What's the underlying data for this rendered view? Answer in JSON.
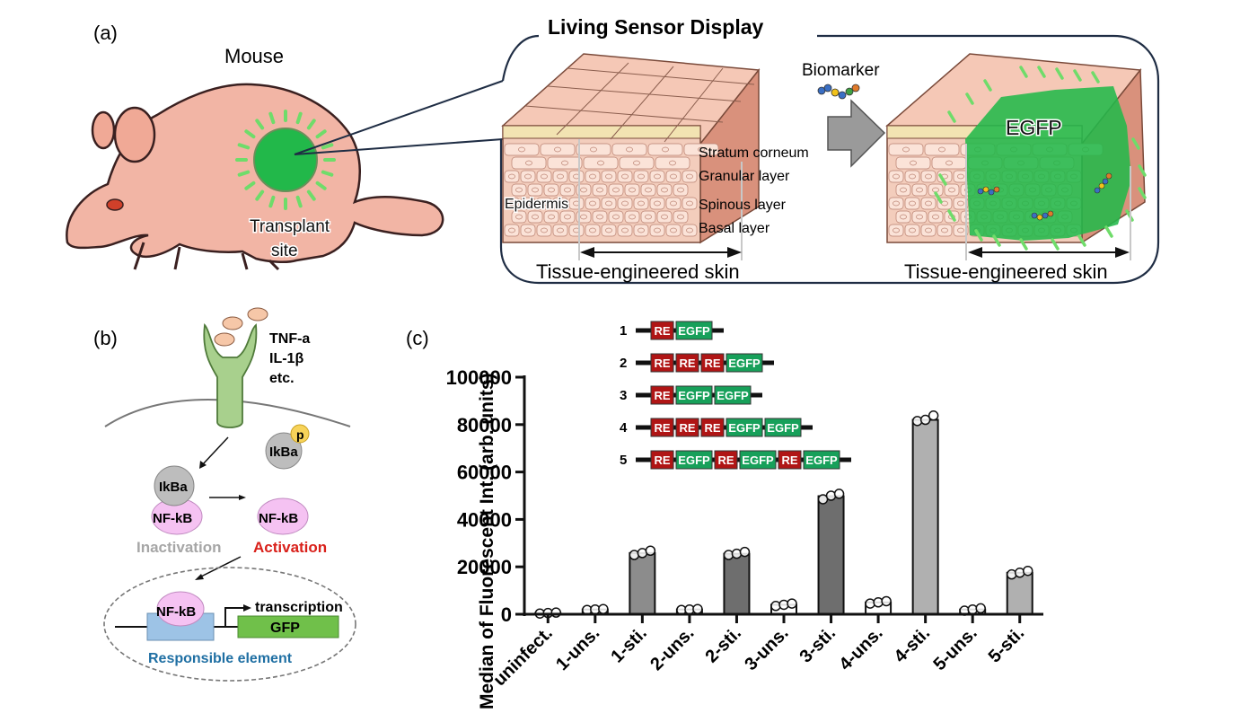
{
  "panel_a": {
    "label": "(a)",
    "mouse_label": "Mouse",
    "transplant_label_line1": "Transplant",
    "transplant_label_line2": "site",
    "display_title": "Living Sensor Display",
    "biomarker_label": "Biomarker",
    "layers": [
      "Stratum corneum",
      "Granular  layer",
      "Spinous layer",
      "Basal layer"
    ],
    "epidermis_label": "Epidermis",
    "egfp_label": "EGFP",
    "skin_label_left": "Tissue-engineered skin",
    "skin_label_right": "Tissue-engineered skin",
    "colors": {
      "skin": "#f2c2ae",
      "green": "#22b84a",
      "glow": "#6fdc6a",
      "frame": "#1f2d44",
      "arrow": "#9a9a9a"
    }
  },
  "panel_b": {
    "label": "(b)",
    "ligands": [
      "TNF-a",
      "IL-1β",
      "etc."
    ],
    "ikba": "IkBa",
    "phospho": "p",
    "nfkb": "NF-kB",
    "inactivation": "Inactivation",
    "activation": "Activation",
    "transcription": "transcription",
    "gfp": "GFP",
    "responsible_element": "Responsible element",
    "colors": {
      "receptor": "#a8d08d",
      "ikba": "#bdbdbd",
      "nfkb": "#f5c2f2",
      "phospho": "#f7d35a",
      "inactivation": "#a6a6a6",
      "activation": "#d9201a",
      "re_box": "#9dc3e6",
      "gfp_box": "#70c04a",
      "responsible": "#1f6fa3"
    }
  },
  "panel_c": {
    "label": "(c)",
    "constructs": [
      {
        "id": "1",
        "parts": [
          "RE",
          "EGFP"
        ]
      },
      {
        "id": "2",
        "parts": [
          "RE",
          "RE",
          "RE",
          "EGFP"
        ]
      },
      {
        "id": "3",
        "parts": [
          "RE",
          "EGFP",
          "EGFP"
        ]
      },
      {
        "id": "4",
        "parts": [
          "RE",
          "RE",
          "RE",
          "EGFP",
          "EGFP"
        ]
      },
      {
        "id": "5",
        "parts": [
          "RE",
          "EGFP",
          "RE",
          "EGFP",
          "RE",
          "EGFP"
        ]
      }
    ],
    "construct_colors": {
      "RE": "#b01515",
      "EGFP": "#17a05a"
    }
  },
  "chart_data": {
    "type": "bar",
    "title": "",
    "xlabel": "",
    "ylabel": "Median of Fluorescent Int. (arb. units)",
    "ylim": [
      0,
      100000
    ],
    "yticks": [
      0,
      20000,
      40000,
      60000,
      80000,
      100000
    ],
    "ytick_labels": [
      "0",
      "20000",
      "40000",
      "60000",
      "80000",
      "100000"
    ],
    "grid": false,
    "categories": [
      "uninfect.",
      "1-uns.",
      "1-sti.",
      "2-uns.",
      "2-sti.",
      "3-uns.",
      "3-sti.",
      "4-uns.",
      "4-sti.",
      "5-uns.",
      "5-sti."
    ],
    "values": [
      500,
      2000,
      25800,
      2000,
      25500,
      4000,
      49800,
      5000,
      82000,
      2000,
      17500
    ],
    "replicates": [
      [
        300,
        500,
        700
      ],
      [
        1800,
        2000,
        2200
      ],
      [
        25000,
        25800,
        26800
      ],
      [
        1800,
        2000,
        2200
      ],
      [
        25000,
        25500,
        26300
      ],
      [
        3500,
        4000,
        4500
      ],
      [
        48500,
        50000,
        50800
      ],
      [
        4500,
        5000,
        5500
      ],
      [
        81500,
        82000,
        83800
      ],
      [
        1500,
        2000,
        2500
      ],
      [
        16800,
        17500,
        18300
      ]
    ],
    "bar_colors": [
      "#ffffff",
      "#ffffff",
      "#8c8c8c",
      "#ffffff",
      "#6e6e6e",
      "#ffffff",
      "#6e6e6e",
      "#ffffff",
      "#b0b0b0",
      "#ffffff",
      "#b0b0b0"
    ]
  }
}
